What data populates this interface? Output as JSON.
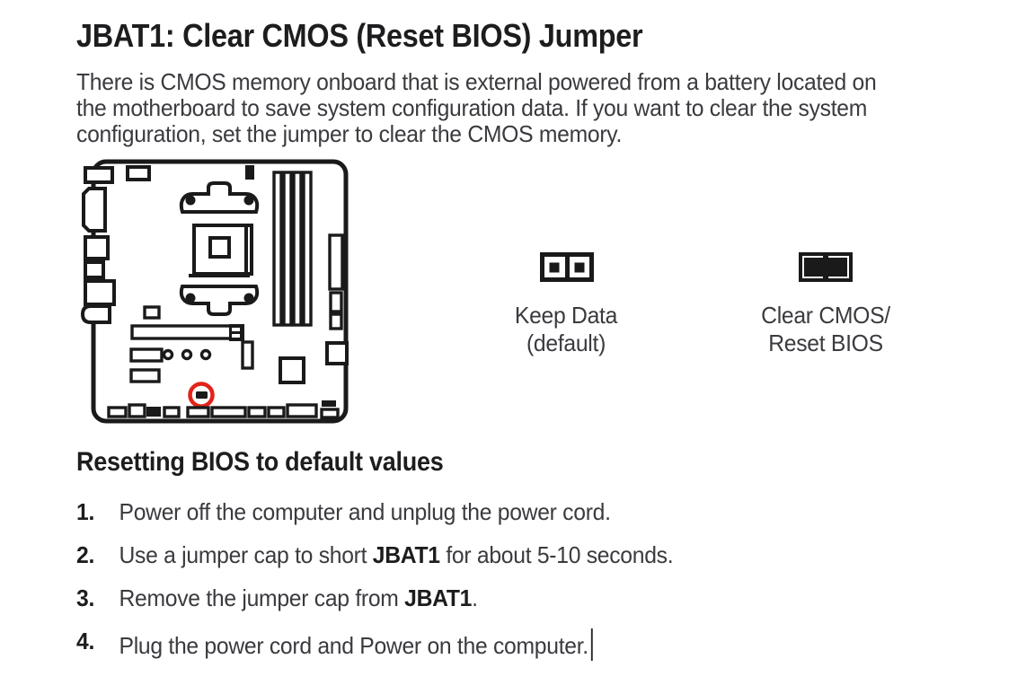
{
  "page": {
    "title": "JBAT1: Clear CMOS (Reset BIOS) Jumper",
    "intro_lines": [
      "There is CMOS memory onboard that is external powered from a battery located on",
      "the motherboard to save system configuration data. If you want to clear the system",
      "configuration, set the jumper to clear the CMOS memory."
    ],
    "section_heading": "Resetting BIOS to default values",
    "steps": [
      {
        "num": "1.",
        "pre": "Power off the computer and unplug the power cord.",
        "bold": "",
        "post": ""
      },
      {
        "num": "2.",
        "pre": "Use a jumper cap to short ",
        "bold": "JBAT1",
        "post": " for about 5-10 seconds."
      },
      {
        "num": "3.",
        "pre": "Remove the jumper cap from ",
        "bold": "JBAT1",
        "post": "."
      },
      {
        "num": "4.",
        "pre": "Plug the power cord and Power on the computer.",
        "bold": "",
        "post": ""
      }
    ]
  },
  "jumpers": {
    "keep_data": {
      "label_line1": "Keep Data",
      "label_line2": "(default)"
    },
    "clear_cmos": {
      "label_line1": "Clear CMOS/",
      "label_line2": "Reset BIOS"
    }
  },
  "icons": {
    "jumper_open": "two-pin-jumper-open",
    "jumper_capped": "two-pin-jumper-capped",
    "jbat1_marker": "red-circle-highlight",
    "diagram": "motherboard-top-view"
  },
  "colors": {
    "background": "#ffffff",
    "text": "#3a3a3f",
    "heading": "#1d1d1f",
    "line": "#1a1a1a",
    "accent": "#e2231a"
  }
}
